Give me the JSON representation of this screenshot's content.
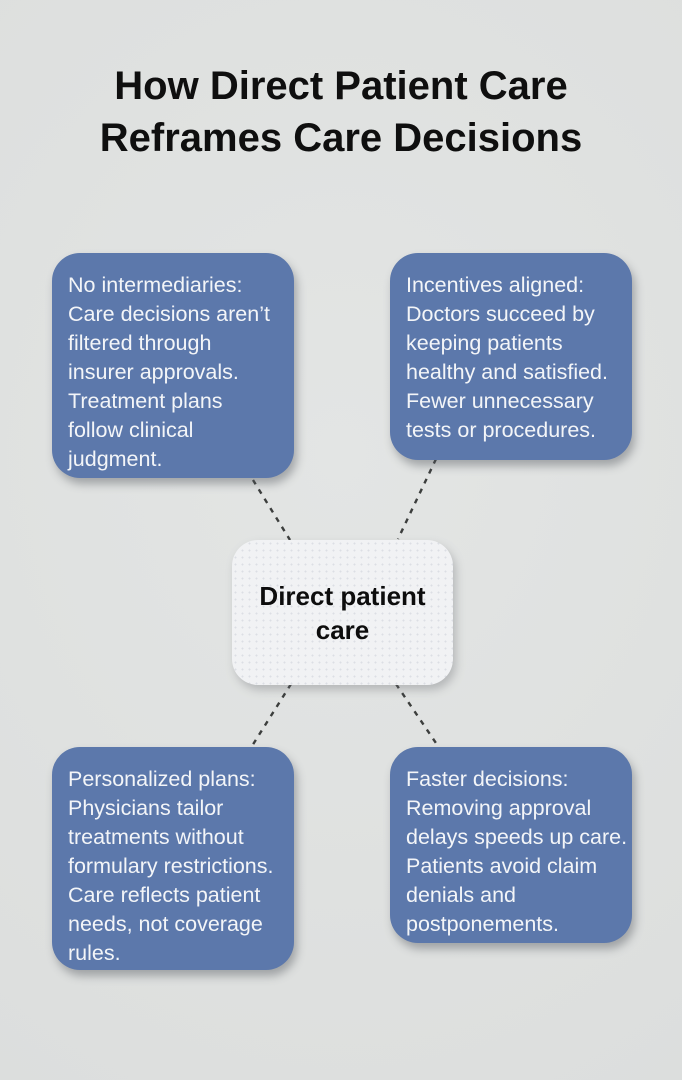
{
  "title": {
    "text": "How Direct Patient Care\nReframes Care Decisions"
  },
  "center_node": {
    "label": "Direct patient\ncare"
  },
  "nodes": [
    {
      "id": "no-intermediaries",
      "text": "No intermediaries:\nCare decisions aren’t\nfiltered through\ninsurer approvals.\nTreatment plans\nfollow clinical\njudgment."
    },
    {
      "id": "incentives-aligned",
      "text": "Incentives aligned:\nDoctors succeed by\nkeeping patients\nhealthy and satisfied.\nFewer unnecessary\ntests or procedures."
    },
    {
      "id": "personalized-plans",
      "text": "Personalized plans:\nPhysicians tailor\ntreatments without\nformulary restrictions.\nCare reflects patient\nneeds, not coverage\nrules."
    },
    {
      "id": "faster-decisions",
      "text": "Faster decisions:\nRemoving approval\ndelays speeds up care.\nPatients avoid claim\ndenials and\npostponements."
    }
  ],
  "colors": {
    "background": "#dee0df",
    "node_fill": "#5c78ab",
    "node_text": "#f3f5f8",
    "center_fill": "#f1f2f4",
    "center_text": "#0d0d0d",
    "connector": "#3c3e3d",
    "title_text": "#0f0f0f"
  }
}
